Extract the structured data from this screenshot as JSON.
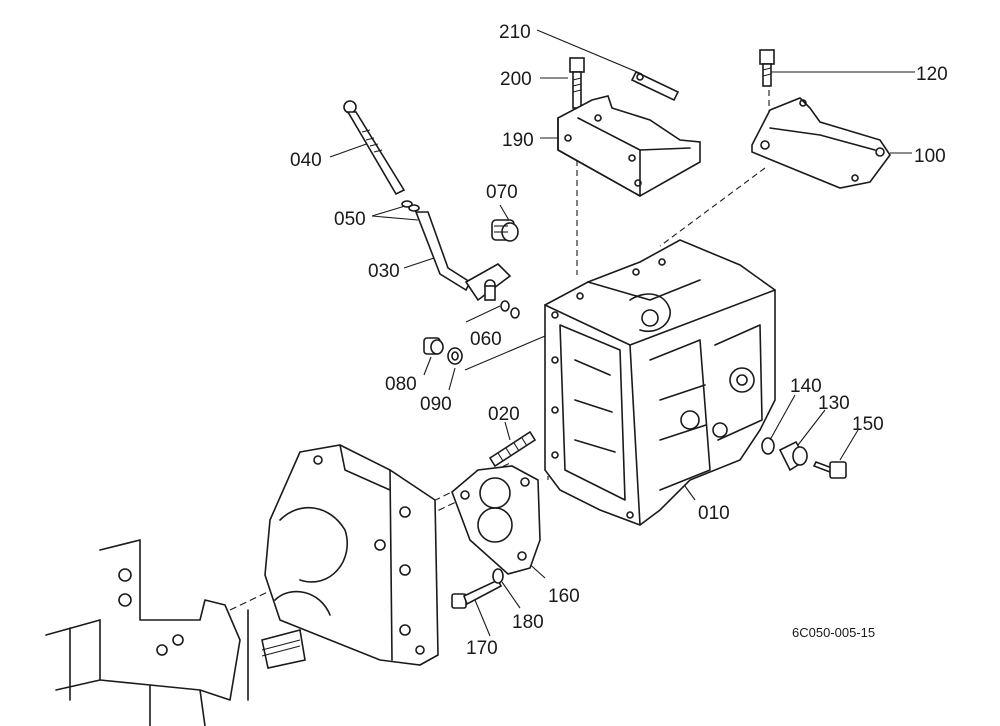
{
  "labels": {
    "p010": "010",
    "p020": "020",
    "p030": "030",
    "p040": "040",
    "p050": "050",
    "p060": "060",
    "p070": "070",
    "p080": "080",
    "p090": "090",
    "p100": "100",
    "p120": "120",
    "p130": "130",
    "p140": "140",
    "p150": "150",
    "p160": "160",
    "p170": "170",
    "p180": "180",
    "p190": "190",
    "p200": "200",
    "p210": "210"
  },
  "drawing_ref": "6C050-005-15",
  "colors": {
    "ink": "#1a1a1a",
    "paper": "#ffffff"
  }
}
